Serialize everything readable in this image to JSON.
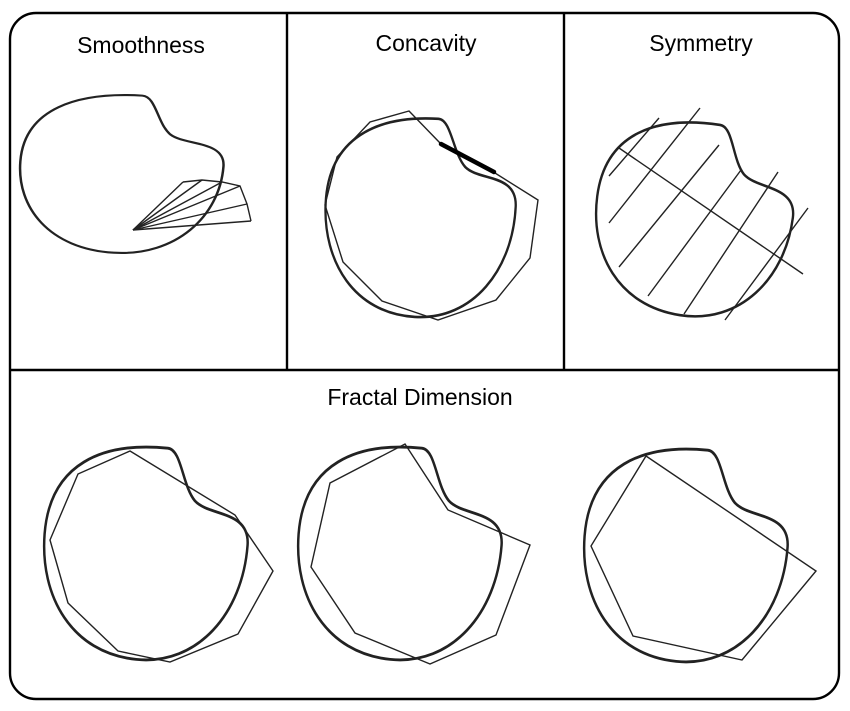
{
  "panels": {
    "smoothness": {
      "title": "Smoothness"
    },
    "concavity": {
      "title": "Concavity"
    },
    "symmetry": {
      "title": "Symmetry"
    },
    "fractal_dimension": {
      "title": "Fractal Dimension"
    }
  }
}
